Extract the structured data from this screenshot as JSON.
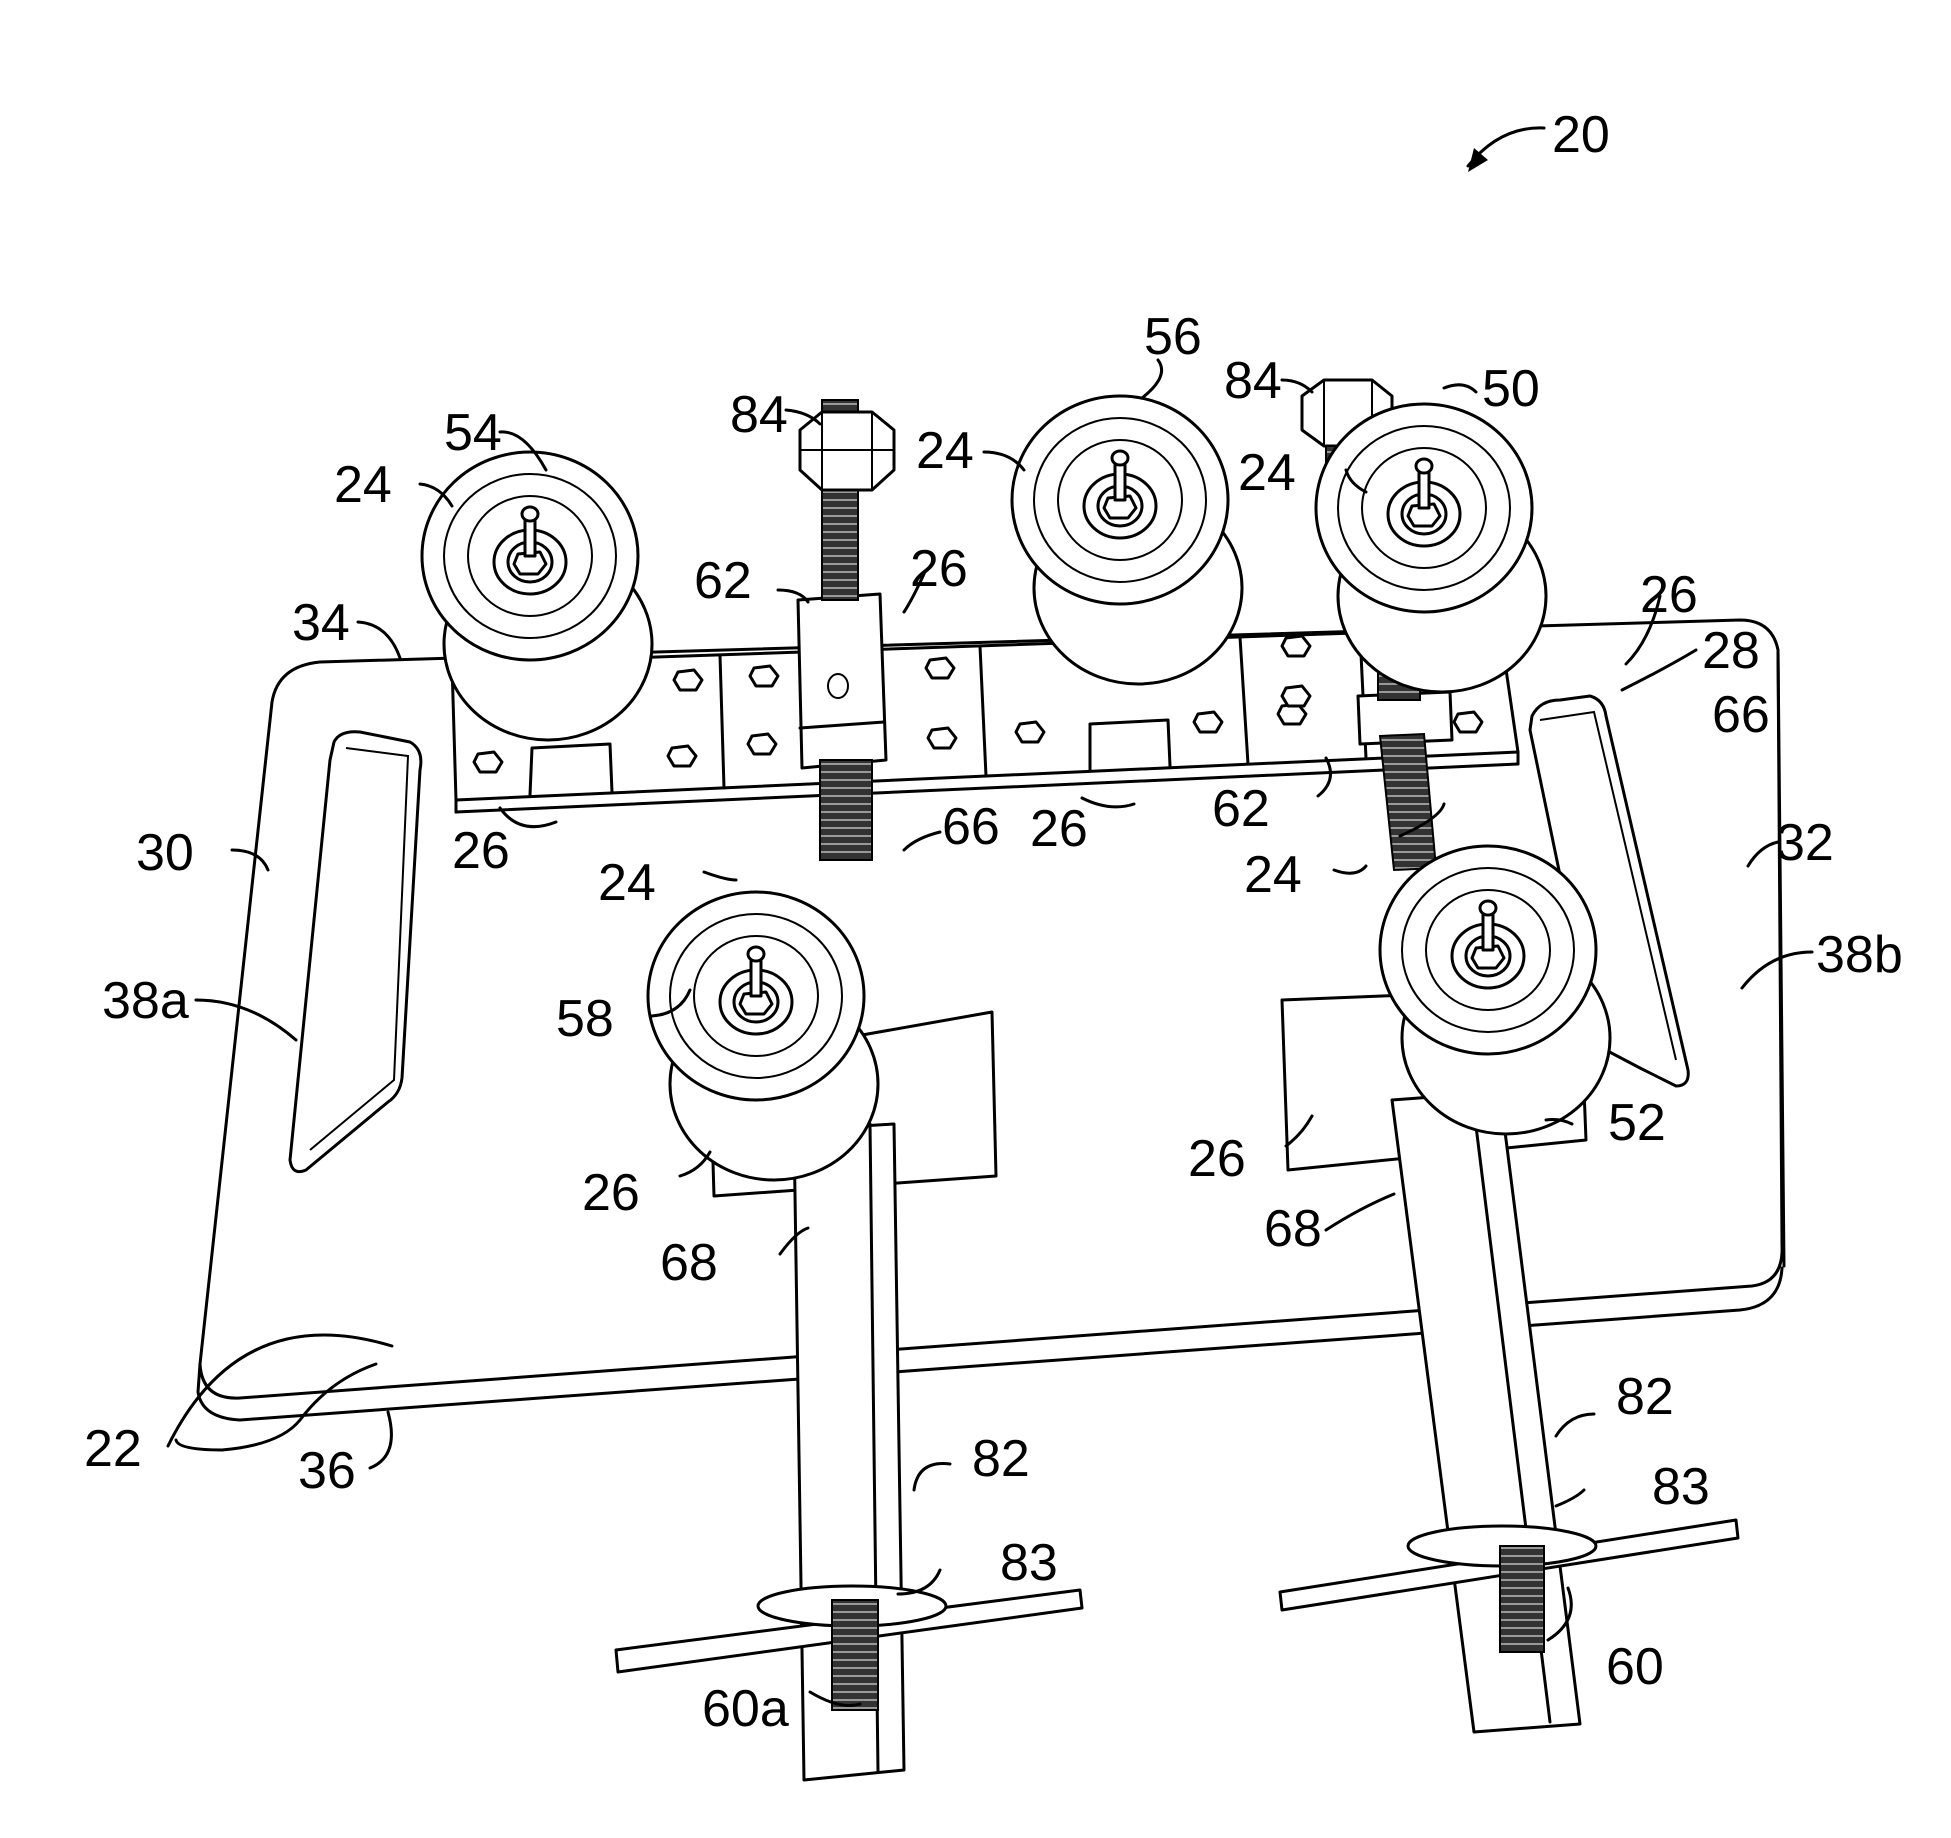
{
  "figure": {
    "labels": {
      "l20": "20",
      "l22": "22",
      "l36": "36",
      "l30": "30",
      "l32": "32",
      "l34": "34",
      "l38a": "38a",
      "l38b": "38b",
      "l28": "28",
      "l50": "50",
      "l52": "52",
      "l54": "54",
      "l56": "56",
      "l58": "58",
      "l60": "60",
      "l60a": "60a",
      "l24_a": "24",
      "l24_b": "24",
      "l24_c": "24",
      "l24_d": "24",
      "l24_e": "24",
      "l26_a": "26",
      "l26_b": "26",
      "l26_c": "26",
      "l26_d": "26",
      "l26_e": "26",
      "l26_f": "26",
      "l62_a": "62",
      "l62_b": "62",
      "l66_a": "66",
      "l66_b": "66",
      "l68_a": "68",
      "l68_b": "68",
      "l82_a": "82",
      "l82_b": "82",
      "l83_a": "83",
      "l83_b": "83",
      "l84_a": "84",
      "l84_b": "84"
    }
  }
}
